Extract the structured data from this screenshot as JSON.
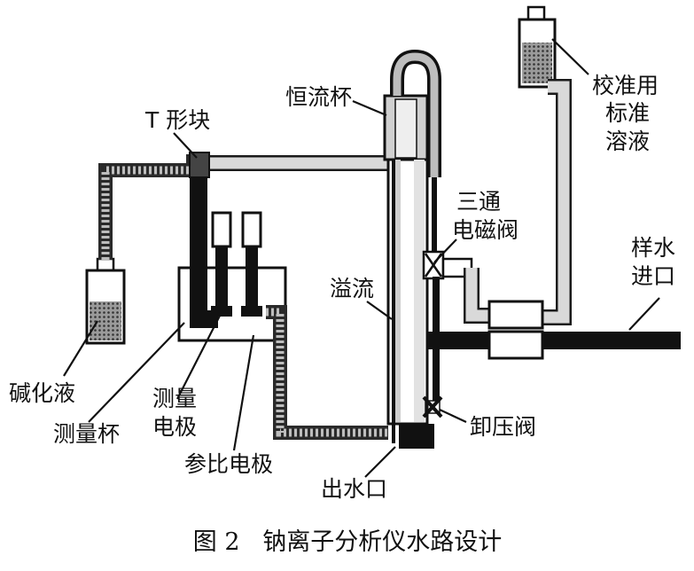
{
  "labels": {
    "t_block": "T 形块",
    "constant_flow_cup": "恒流杯",
    "calibration_line1": "校准用",
    "calibration_line2": "标准",
    "calibration_line3": "溶液",
    "three_way_line1": "三通",
    "three_way_line2": "电磁阀",
    "overflow": "溢流",
    "sample_inlet_line1": "样水",
    "sample_inlet_line2": "进口",
    "alkalizing_liquid": "碱化液",
    "measuring_cup": "测量杯",
    "measuring_electrode_line1": "测量",
    "measuring_electrode_line2": "电极",
    "reference_electrode": "参比电极",
    "pressure_relief_valve": "卸压阀",
    "water_outlet": "出水口"
  },
  "caption": "图 2   钠离子分析仪水路设计"
}
